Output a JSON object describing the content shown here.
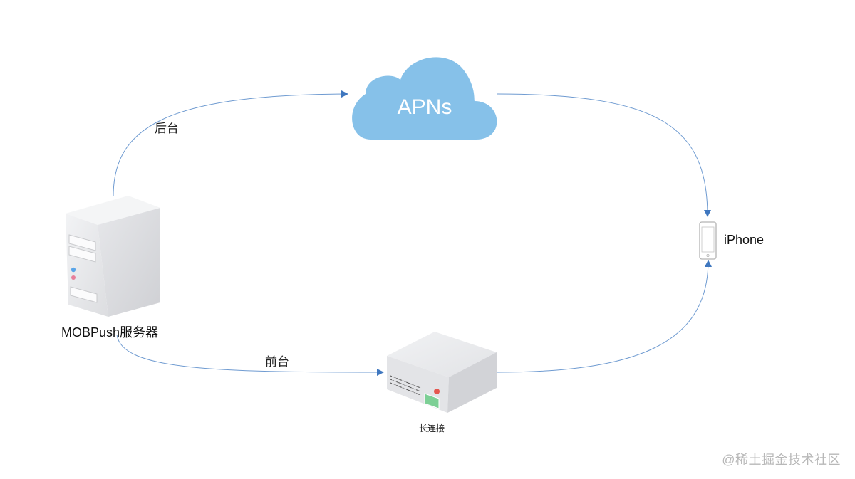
{
  "nodes": {
    "apns": {
      "label": "APNs",
      "shape": "cloud",
      "color": "#86c1e9"
    },
    "server": {
      "label": "MOBPush服务器",
      "shape": "tower-server"
    },
    "long_connection": {
      "label": "长连接",
      "shape": "network-box"
    },
    "iphone": {
      "label": "iPhone",
      "shape": "phone"
    }
  },
  "edges": [
    {
      "from": "server",
      "to": "apns",
      "label": "后台"
    },
    {
      "from": "apns",
      "to": "iphone",
      "label": ""
    },
    {
      "from": "server",
      "to": "long_connection",
      "label": "前台"
    },
    {
      "from": "long_connection",
      "to": "iphone",
      "label": ""
    }
  ],
  "colors": {
    "edge": "#6f9bd1",
    "arrow": "#3f77bf",
    "cloud": "#86c1e9",
    "watermark": "#b8b8b8"
  },
  "watermark": "@稀土掘金技术社区"
}
